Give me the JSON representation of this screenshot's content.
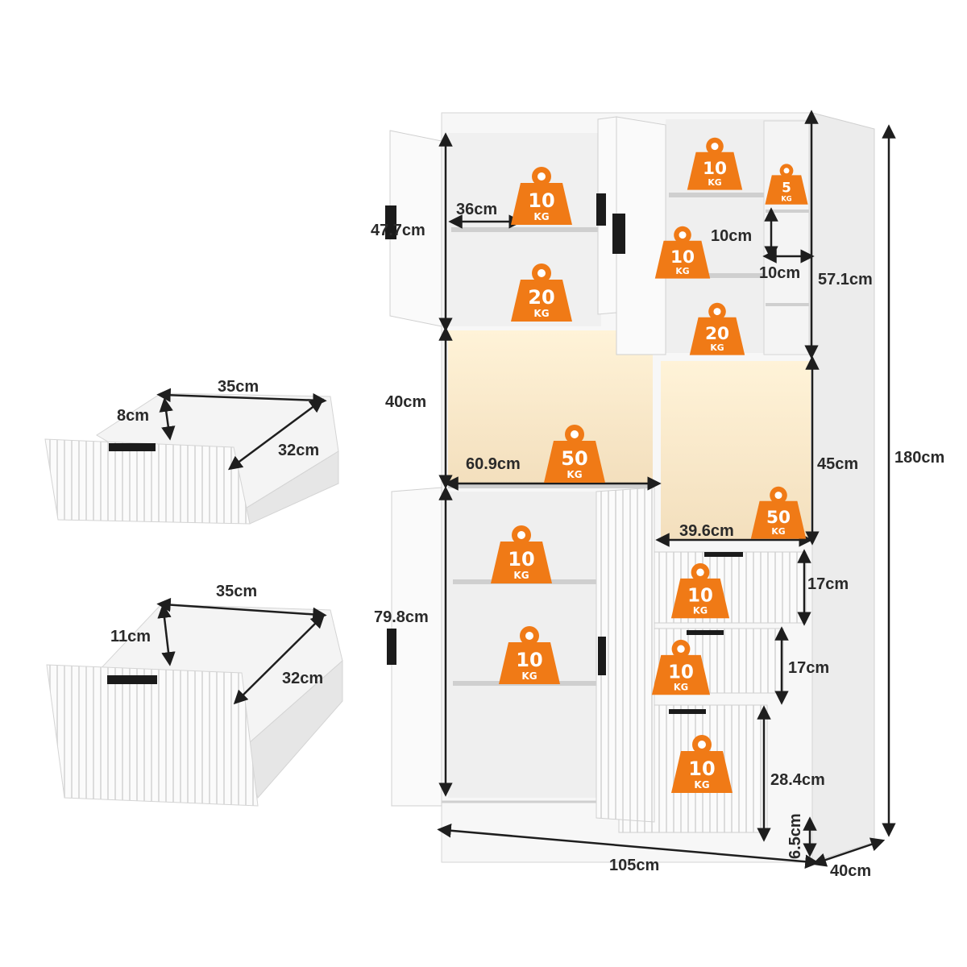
{
  "colors": {
    "weight": "#f07a16",
    "line": "#1e1e1e",
    "panel": "#f6f6f6",
    "glow": "#f7e6c4",
    "handle": "#1b1b1b"
  },
  "unit_label": "KG",
  "weights": [
    {
      "id": "w-top-left-upper",
      "value": "10"
    },
    {
      "id": "w-top-left-lower",
      "value": "20"
    },
    {
      "id": "w-top-right-1",
      "value": "10"
    },
    {
      "id": "w-top-right-small",
      "value": "5"
    },
    {
      "id": "w-top-right-2",
      "value": "10"
    },
    {
      "id": "w-top-right-3",
      "value": "20"
    },
    {
      "id": "w-mid-left",
      "value": "50"
    },
    {
      "id": "w-mid-right",
      "value": "50"
    },
    {
      "id": "w-low-left-1",
      "value": "10"
    },
    {
      "id": "w-low-left-2",
      "value": "10"
    },
    {
      "id": "w-drawer-1",
      "value": "10"
    },
    {
      "id": "w-drawer-2",
      "value": "10"
    },
    {
      "id": "w-drawer-3",
      "value": "10"
    }
  ],
  "dimensions": {
    "small_drawer_width": "35cm",
    "small_drawer_height": "8cm",
    "small_drawer_depth": "32cm",
    "large_drawer_width": "35cm",
    "large_drawer_height": "11cm",
    "large_drawer_depth": "32cm",
    "upper_left_height": "47.7cm",
    "upper_left_shelf_width": "36cm",
    "upper_right_height": "57.1cm",
    "cubby_height": "10cm",
    "cubby_width": "10cm",
    "middle_left_height": "40cm",
    "middle_left_width": "60.9cm",
    "middle_right_height": "45cm",
    "middle_right_width": "39.6cm",
    "lower_left_height": "79.8cm",
    "drawer_1_height": "17cm",
    "drawer_2_height": "17cm",
    "drawer_3_height": "28.4cm",
    "base_height": "6.5cm",
    "total_height": "180cm",
    "total_width": "105cm",
    "total_depth": "40cm"
  }
}
